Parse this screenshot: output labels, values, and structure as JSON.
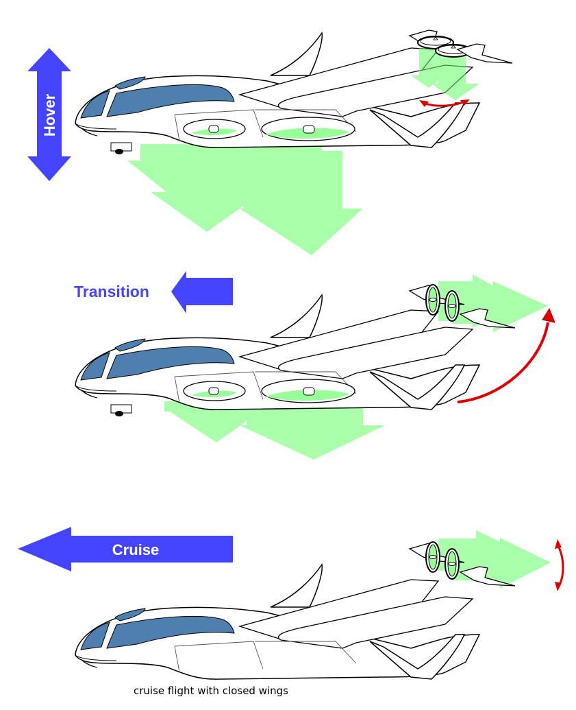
{
  "diagram": {
    "type": "flight-phase-illustration",
    "phases": [
      {
        "id": "hover",
        "label": "Hover",
        "motion": "vertical",
        "rear_rotor_orientation": "vertical",
        "wing_fans": "open"
      },
      {
        "id": "transition",
        "label": "Transition",
        "motion": "forward",
        "rear_rotor_orientation": "tilting",
        "wing_fans": "open"
      },
      {
        "id": "cruise",
        "label": "Cruise",
        "motion": "forward",
        "rear_rotor_orientation": "horizontal",
        "wing_fans": "closed"
      }
    ],
    "caption": "cruise flight with closed wings"
  },
  "colors": {
    "direction_arrow": "#4444ff",
    "label_text_on_arrow": "#ffffff",
    "label_text_outside": "#4444ff",
    "thrust": "#66ff66",
    "tilt_arrow": "#dd0000",
    "canopy": "#4f7fae",
    "outline": "#000000",
    "body": "#ffffff"
  }
}
